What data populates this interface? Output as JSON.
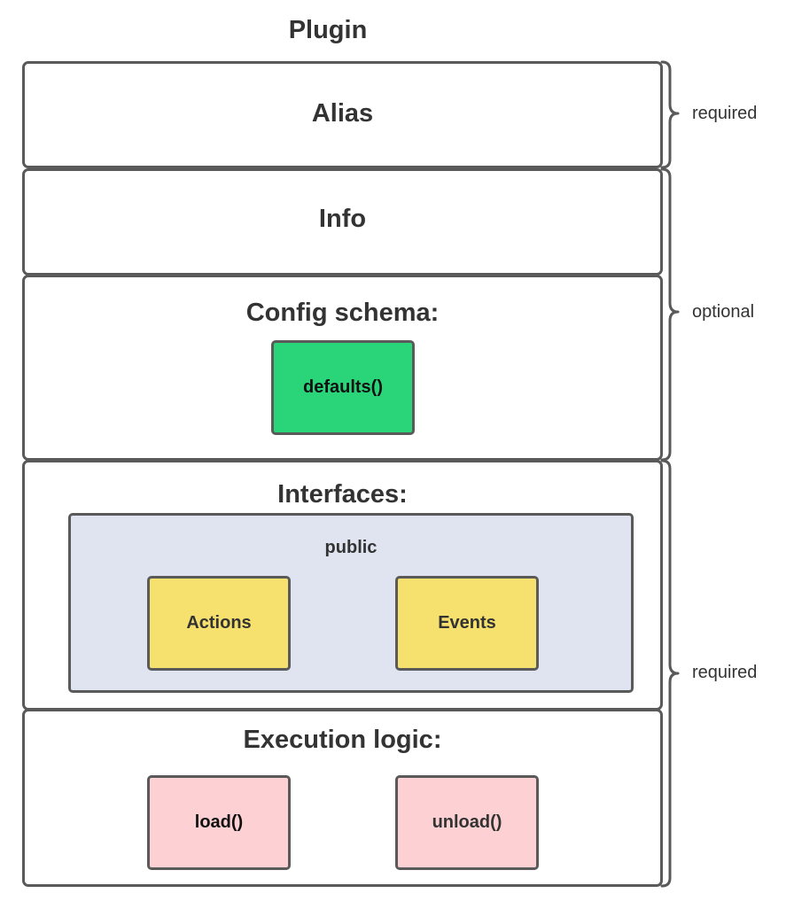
{
  "diagram": {
    "title": "Plugin",
    "sections": {
      "alias": "Alias",
      "info": "Info",
      "config_schema": "Config schema:",
      "interfaces": "Interfaces:",
      "execution_logic": "Execution logic:"
    },
    "config_schema": {
      "defaults": "defaults()"
    },
    "interfaces": {
      "public_label": "public",
      "actions": "Actions",
      "events": "Events"
    },
    "execution_logic": {
      "load": "load()",
      "unload": "unload()"
    },
    "braces": {
      "alias": "required",
      "info_config": "optional",
      "interfaces_execution": "required"
    },
    "colors": {
      "border": "#5a5a5a",
      "green_chip": "#2ad57a",
      "yellow_chip": "#f6e06e",
      "pink_chip": "#fdd0d3",
      "public_panel": "#dfe4f0"
    }
  }
}
